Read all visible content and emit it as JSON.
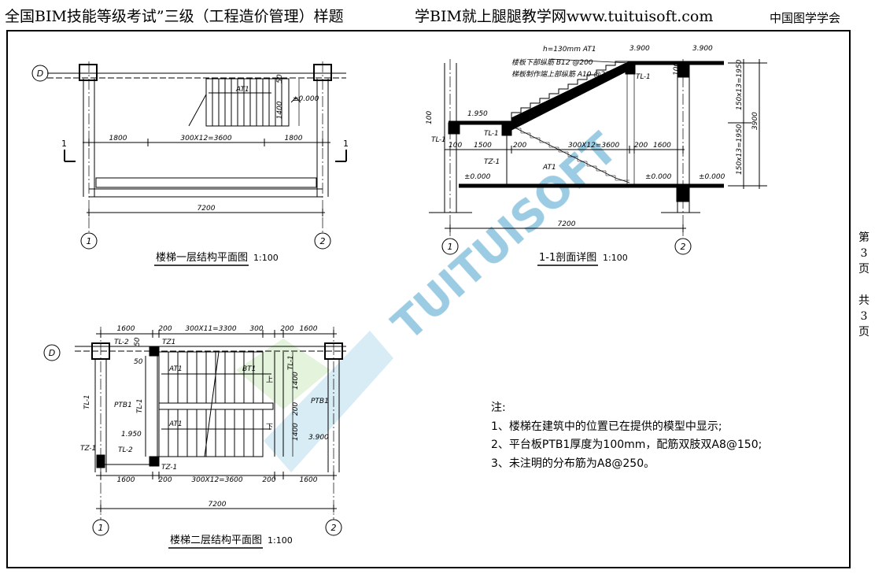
{
  "header": {
    "title": "全国BIM技能等级考试”三级（工程造价管理）样题",
    "site": "学BIM就上腿腿教学网www.tuituisoft.com",
    "org": "中国图学学会"
  },
  "page_indicator": [
    "第",
    "3",
    "页",
    "",
    "共",
    "3",
    "页"
  ],
  "watermark": {
    "text": "TUITUISOFT",
    "color": "#4aa3cc"
  },
  "plan1": {
    "title": "楼梯一层结构平面图",
    "scale": "1:100",
    "axis_d": "D",
    "axis_1": "1",
    "axis_2": "2",
    "dims": [
      "1800",
      "300X12=3600",
      "1800"
    ],
    "total": "7200",
    "at1": "AT1",
    "dim_1400": "1400",
    "dim_50": "50",
    "level": "±0.000",
    "cut_left": "1",
    "cut_right": "1"
  },
  "section": {
    "title": "1-1剖面详图",
    "scale": "1:100",
    "note_h": "h=130mm AT1",
    "note_bottom": "楼板下部纵筋 B12 @200",
    "note_top": "梯板制作端上部纵筋 A10 @200",
    "lvl_3900a": "3.900",
    "lvl_3900b": "3.900",
    "lvl_1950": "1.950",
    "lvl_0a": "±0.000",
    "lvl_0b": "±0.000",
    "lvl_0c": "±0.000",
    "tl1a": "TL-1",
    "tl1b": "TL-1",
    "tl1c": "TL-1",
    "tz1": "TZ-1",
    "at1": "AT1",
    "d100a": "100",
    "d100b": "100",
    "d100c": "100",
    "d1500": "1500",
    "d200a": "200",
    "d_stairs": "300X12=3600",
    "d200b": "200",
    "d1600": "1600",
    "total": "7200",
    "v1": "150x13=1950",
    "v2": "150x13=1950",
    "v3": "3900",
    "axis_1": "1",
    "axis_2": "2"
  },
  "plan2": {
    "title": "楼梯二层结构平面图",
    "scale": "1:100",
    "axis_d": "D",
    "axis_1": "1",
    "axis_2": "2",
    "top_dims": [
      "1600",
      "200",
      "300X11=3300",
      "300",
      "200",
      "1600"
    ],
    "bot_dims": [
      "1600",
      "200",
      "300X12=3600",
      "200",
      "1600"
    ],
    "total": "7200",
    "tl2a": "TL-2",
    "tl2b": "TL-2",
    "tz1a": "TZ1",
    "tz1b": "TZ-1",
    "tz1c": "TZ-1",
    "tl1a": "TL-1",
    "tl1b": "TL-1",
    "tl1c": "TL-1",
    "ptb1a": "PTB1",
    "ptb1b": "PTB1",
    "at1a": "AT1",
    "at1b": "AT1",
    "bt1": "BT1",
    "up": "上",
    "down": "下",
    "d50a": "50",
    "d50b": "50",
    "d1400a": "1400",
    "d1400b": "1400",
    "d200": "200",
    "lvl_1950": "1.950",
    "lvl_3900": "3.900"
  },
  "notes": {
    "head": "注:",
    "items": [
      "1、楼梯在建筑中的位置已在提供的模型中显示;",
      "2、平台板PTB1厚度为100mm，配筋双肢双A8@150;",
      "3、未注明的分布筋为A8@250。"
    ]
  }
}
